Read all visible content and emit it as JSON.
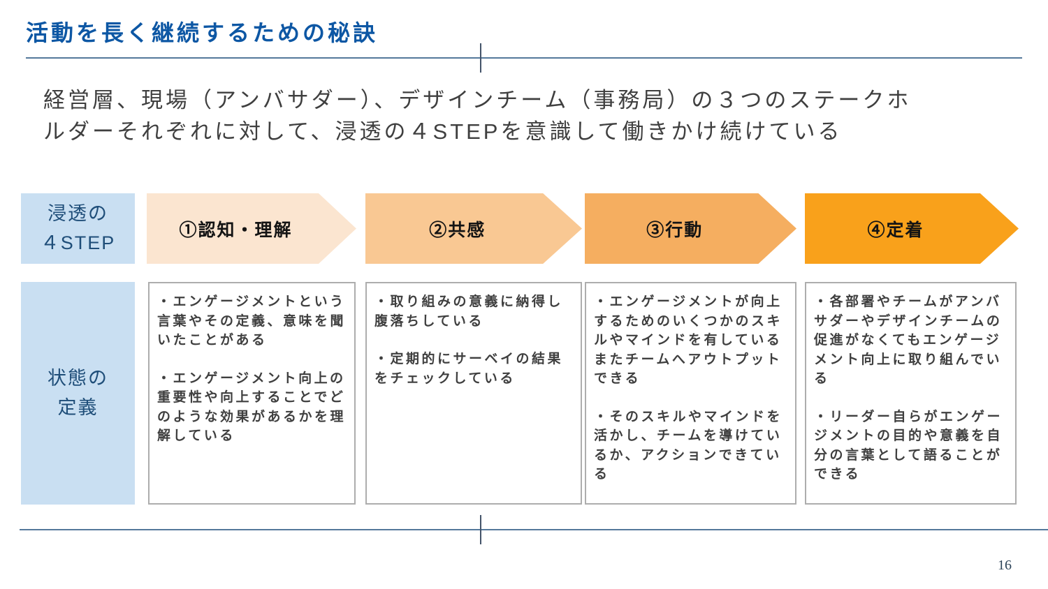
{
  "slide": {
    "title": "活動を長く継続するための秘訣",
    "subtitle_lines": [
      "経営層、現場（アンバサダー）、デザインチーム（事務局）の３つのステークホ",
      "ルダーそれぞれに対して、浸透の４STEPを意識して働きかけ続けている"
    ],
    "page_number": "16"
  },
  "row_labels": {
    "steps": [
      "浸透の",
      "４STEP"
    ],
    "state": [
      "状態の",
      "定義"
    ]
  },
  "steps": [
    {
      "label": "①認知・理解",
      "arrow_color": "#FBE5D0",
      "bullets": [
        "・エンゲージメントという言葉やその定義、意味を聞いたことがある",
        "・エンゲージメント向上の重要性や向上することでどのような効果があるかを理解している"
      ]
    },
    {
      "label": "②共感",
      "arrow_color": "#F9C893",
      "bullets": [
        "・取り組みの意義に納得し腹落ちしている",
        "・定期的にサーベイの結果をチェックしている"
      ]
    },
    {
      "label": "③行動",
      "arrow_color": "#F5AE60",
      "bullets": [
        "・エンゲージメントが向上するためのいくつかのスキルやマインドを有しているまたチームへアウトプットできる",
        "・そのスキルやマインドを活かし、チームを導けているか、アクションできている"
      ]
    },
    {
      "label": "④定着",
      "arrow_color": "#F9A11B",
      "bullets": [
        "・各部署やチームがアンバサダーやデザインチームの促進がなくてもエンゲージメント向上に取り組んでいる",
        "・リーダー自らがエンゲージメントの目的や意義を自分の言葉として語ることができる"
      ]
    }
  ],
  "colors": {
    "title_text": "#0D57A4",
    "label_box_bg": "#C9DFF2",
    "label_text": "#1F4E79",
    "body_text": "#3F3F3F",
    "divider_line": "#54789B",
    "box_border": "#ADADAD"
  }
}
